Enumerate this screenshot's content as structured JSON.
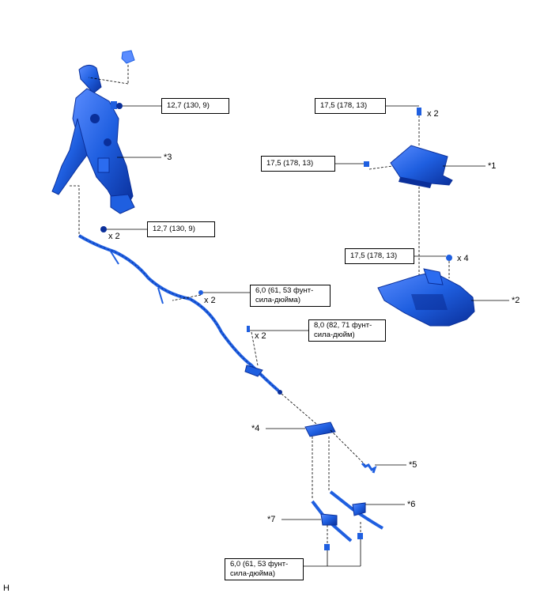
{
  "torque": {
    "t1": "12,7 (130, 9)",
    "t2": "17,5 (178, 13)",
    "t3": "17,5 (178, 13)",
    "t4": "12,7 (130, 9)",
    "t5": "17,5 (178, 13)",
    "t6_l1": "6,0 (61, 53 фунт-",
    "t6_l2": "сила-дюйма)",
    "t7_l1": "8,0 (82, 71 фунт-",
    "t7_l2": "сила-дюйм)",
    "t8_l1": "6,0 (61, 53 фунт-",
    "t8_l2": "сила-дюйма)"
  },
  "qty": {
    "q_top_right": "x 2",
    "q_pedal": "x 2",
    "q_bracket": "x 4",
    "q_cable_mid": "x 2",
    "q_cable_clamp": "x 2"
  },
  "callouts": {
    "c1": "*1",
    "c2": "*2",
    "c3": "*3",
    "c4": "*4",
    "c5": "*5",
    "c6": "*6",
    "c7": "*7"
  },
  "figure_code": "H",
  "colors": {
    "part_blue": "#1f5fe0",
    "part_dark": "#0a2f9a",
    "line": "#000000"
  }
}
